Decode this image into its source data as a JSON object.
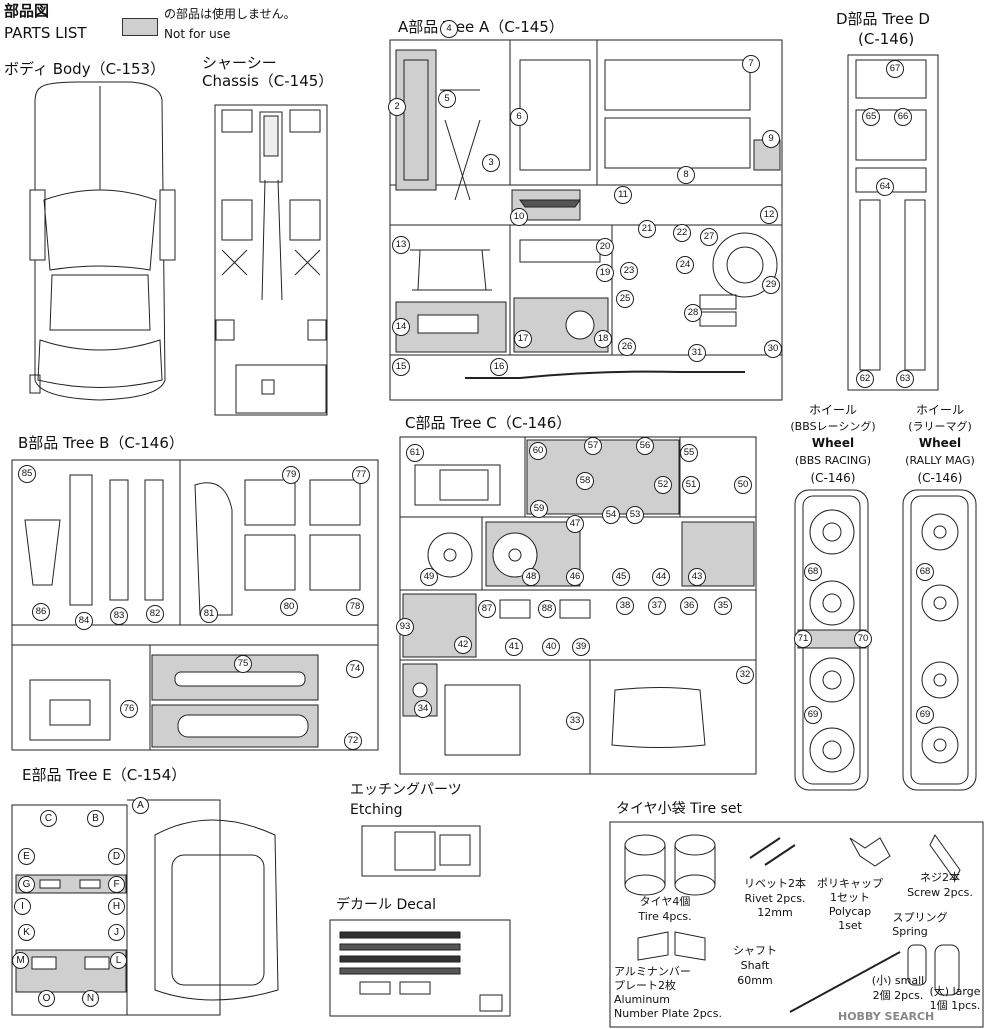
{
  "header": {
    "title_jp": "部品図",
    "title_en": "PARTS LIST",
    "legend_jp": "の部品は使用しません。",
    "legend_en": "Not for use"
  },
  "body": {
    "label": "ボディ Body（C-153）"
  },
  "chassis": {
    "label_jp": "シャーシー",
    "label_en": "Chassis（C-145）"
  },
  "tree_a": {
    "label": "A部品 Tree A（C-145）",
    "parts": [
      "2",
      "3",
      "4",
      "5",
      "6",
      "7",
      "8",
      "9",
      "10",
      "11",
      "12",
      "13",
      "14",
      "15",
      "16",
      "17",
      "18",
      "19",
      "20",
      "21",
      "22",
      "23",
      "24",
      "25",
      "26",
      "27",
      "28",
      "29",
      "30",
      "31"
    ]
  },
  "tree_d": {
    "label": "D部品 Tree D",
    "code": "(C-146)",
    "parts": [
      "62",
      "63",
      "64",
      "65",
      "66",
      "67"
    ]
  },
  "tree_b": {
    "label": "B部品 Tree B（C-146）",
    "parts": [
      "72",
      "74",
      "75",
      "76",
      "77",
      "78",
      "79",
      "80",
      "81",
      "82",
      "83",
      "84",
      "85",
      "86"
    ]
  },
  "tree_c": {
    "label": "C部品 Tree C（C-146）",
    "parts": [
      "32",
      "33",
      "34",
      "35",
      "36",
      "37",
      "38",
      "39",
      "40",
      "41",
      "42",
      "43",
      "44",
      "45",
      "46",
      "47",
      "48",
      "49",
      "50",
      "51",
      "52",
      "53",
      "54",
      "55",
      "56",
      "57",
      "58",
      "59",
      "60",
      "61",
      "87",
      "88",
      "93"
    ]
  },
  "wheel_bbs": {
    "jp": "ホイール",
    "jp2": "(BBSレーシング)",
    "en": "Wheel",
    "en2": "(BBS RACING)",
    "code": "(C-146)",
    "parts": [
      "68",
      "69",
      "70",
      "71"
    ]
  },
  "wheel_rally": {
    "jp": "ホイール",
    "jp2": "(ラリーマグ)",
    "en": "Wheel",
    "en2": "(RALLY MAG)",
    "code": "(C-146)",
    "parts": [
      "68",
      "69"
    ]
  },
  "tree_e": {
    "label": "E部品 Tree E（C-154）",
    "letters": [
      "A",
      "B",
      "C",
      "D",
      "E",
      "F",
      "G",
      "H",
      "I",
      "J",
      "K",
      "L",
      "M",
      "N",
      "O"
    ]
  },
  "etching": {
    "jp": "エッチングパーツ",
    "en": "Etching"
  },
  "decal": {
    "label": "デカール Decal"
  },
  "tire_set": {
    "label": "タイヤ小袋 Tire set",
    "tire_jp": "タイヤ4個",
    "tire_en": "Tire 4pcs.",
    "rivet_jp": "リベット2本",
    "rivet_en": "Rivet 2pcs.",
    "rivet_size": "12mm",
    "polycap_jp": "ポリキャップ",
    "polycap_jp2": "1セット",
    "polycap_en": "Polycap",
    "polycap_en2": "1set",
    "screw_jp": "ネジ2本",
    "screw_en": "Screw 2pcs.",
    "spring_jp": "スプリング",
    "spring_en": "Spring",
    "spring_small": "(小) small",
    "spring_small_qty": "2個 2pcs.",
    "spring_large": "(大) large",
    "spring_large_qty": "1個 1pcs.",
    "shaft_jp": "シャフト",
    "shaft_en": "Shaft",
    "shaft_size": "60mm",
    "plate_jp": "アルミナンバー",
    "plate_jp2": "プレート2枚",
    "plate_en": "Aluminum",
    "plate_en2": "Number Plate 2pcs."
  },
  "watermark": "HOBBY SEARCH",
  "colors": {
    "unused_gray": "#cfcfcf",
    "line": "#222222"
  }
}
